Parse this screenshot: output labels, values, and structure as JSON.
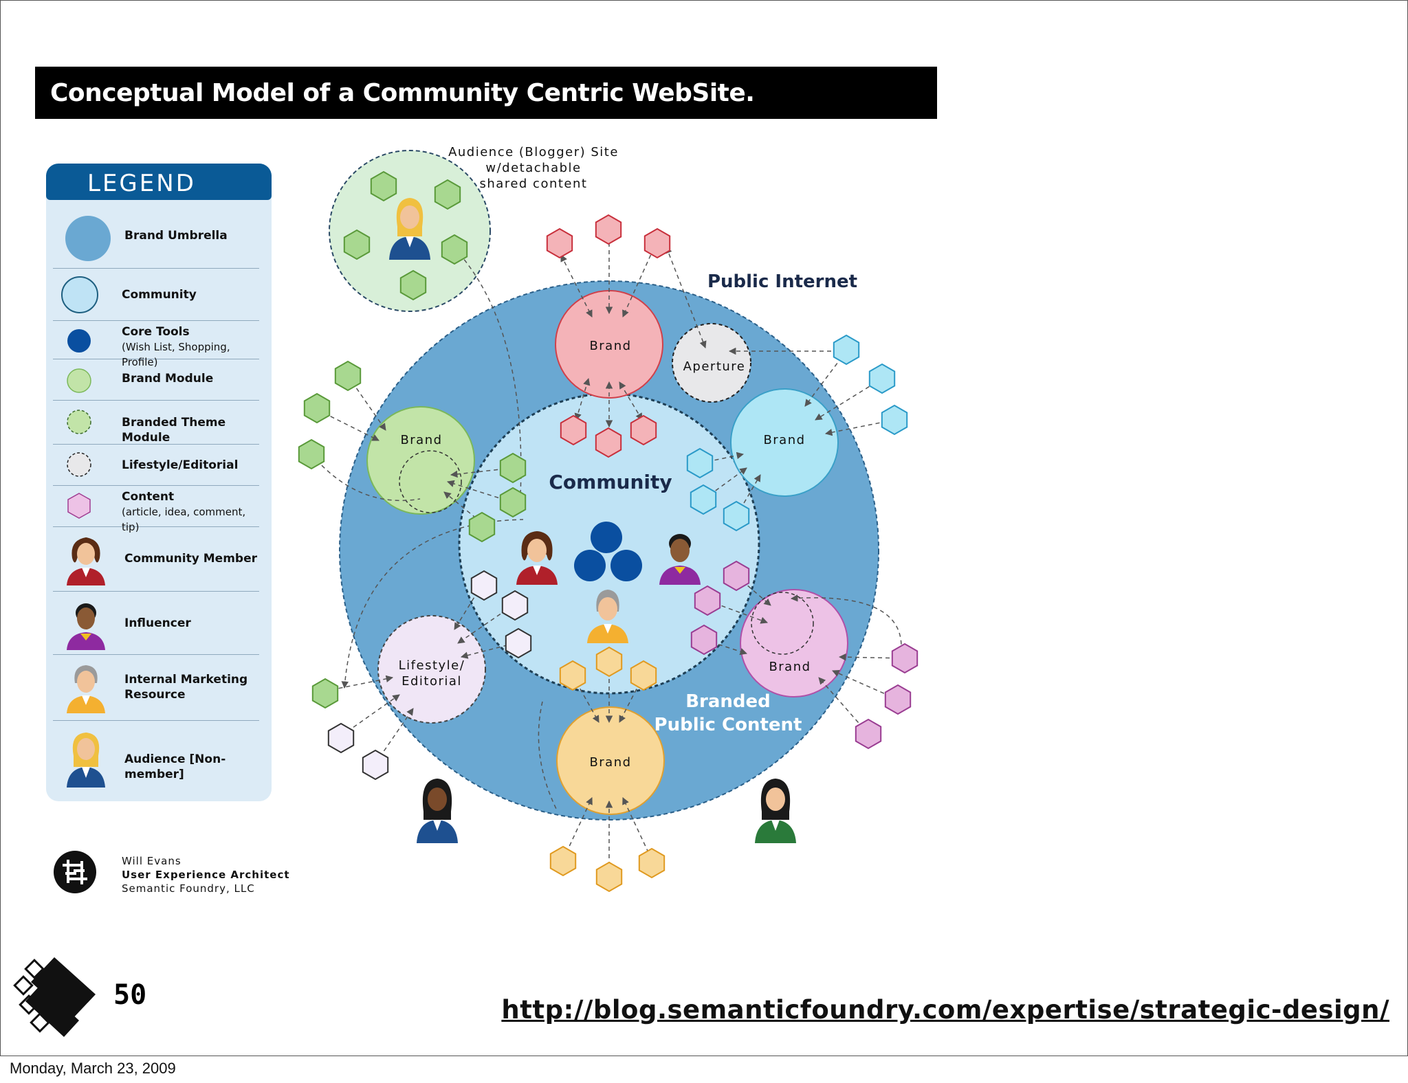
{
  "title": "Conceptual Model of a Community Centric WebSite.",
  "legend": {
    "heading": "LEGEND",
    "items": [
      {
        "label": "Brand Umbrella",
        "sub": ""
      },
      {
        "label": "Community",
        "sub": ""
      },
      {
        "label": "Core Tools",
        "sub": "(Wish List, Shopping, Profile)"
      },
      {
        "label": "Brand Module",
        "sub": ""
      },
      {
        "label": "Branded Theme Module",
        "sub": ""
      },
      {
        "label": "Lifestyle/Editorial",
        "sub": ""
      },
      {
        "label": "Content",
        "sub": "(article, idea, comment, tip)"
      },
      {
        "label": "Community Member",
        "sub": ""
      },
      {
        "label": "Influencer",
        "sub": ""
      },
      {
        "label": "Internal Marketing",
        "sub": "Resource"
      },
      {
        "label": "Audience [Non-member]",
        "sub": ""
      }
    ]
  },
  "diagram": {
    "audience_site": [
      "Audience (Blogger) Site",
      "w/detachable",
      "shared content"
    ],
    "public_internet": "Public Internet",
    "community": "Community",
    "brand": "Brand",
    "aperture": "Aperture",
    "lifestyle": [
      "Lifestyle/",
      "Editorial"
    ],
    "branded_public": [
      "Branded",
      "Public Content"
    ]
  },
  "colors": {
    "umbrella": "#6aa8d2",
    "community": "#bfe3f5",
    "core_tools": "#0a4fa0",
    "brand_red": "#f4b3b8",
    "brand_green": "#c2e4a8",
    "brand_cyan": "#aee6f5",
    "brand_pink": "#edc2e6",
    "brand_yellow": "#f8d898",
    "title_bar": "#000000",
    "legend_head": "#0a5a96"
  },
  "author": {
    "name": "Will Evans",
    "role": "User Experience Architect",
    "company": "Semantic Foundry, LLC"
  },
  "slide_number": "50",
  "url": "http://blog.semanticfoundry.com/expertise/strategic-design/",
  "date": "Monday, March 23, 2009"
}
